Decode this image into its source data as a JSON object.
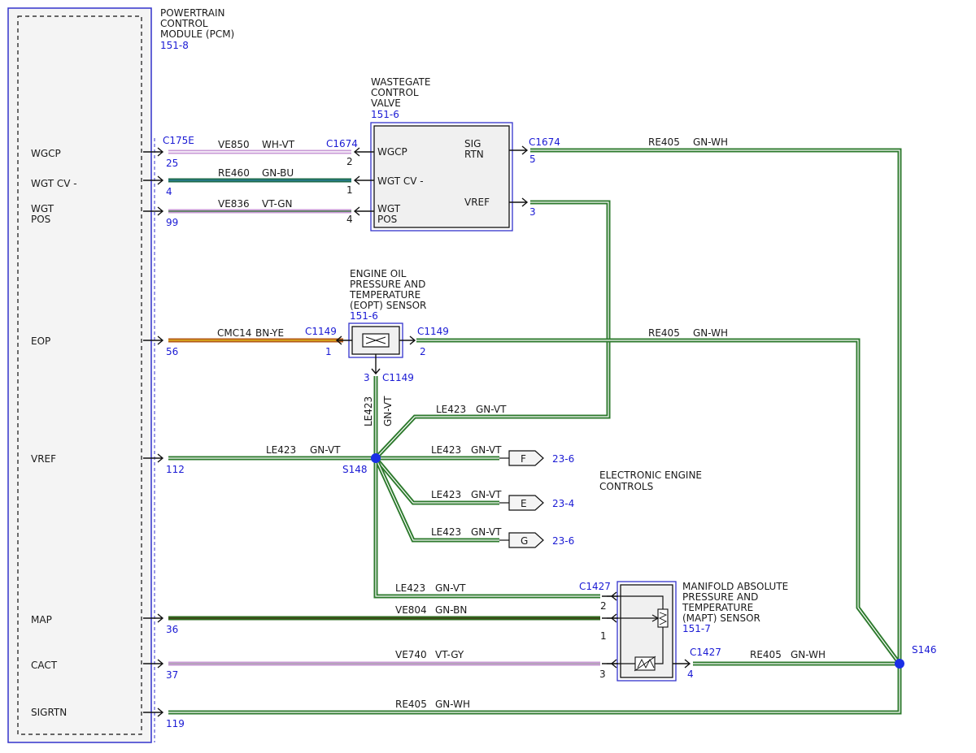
{
  "pcm": {
    "name_lines": [
      "POWERTRAIN",
      "CONTROL",
      "MODULE (PCM)"
    ],
    "ref": "151-8",
    "pins": {
      "wgcp": "WGCP",
      "wgtcv": "WGT CV -",
      "wgtpos_1": "WGT",
      "wgtpos_2": "POS",
      "eop": "EOP",
      "vref": "VREF",
      "map": "MAP",
      "cact": "CACT",
      "sigrtn": "SIGRTN"
    }
  },
  "wastegate": {
    "name_lines": [
      "WASTEGATE",
      "CONTROL",
      "VALVE"
    ],
    "ref": "151-6",
    "pins": {
      "wgcp": "WGCP",
      "wgtcv": "WGT CV -",
      "wgtpos_1": "WGT",
      "wgtpos_2": "POS",
      "sig": "SIG",
      "rtn": "RTN",
      "vref": "VREF"
    }
  },
  "eopt": {
    "name_lines": [
      "ENGINE OIL",
      "PRESSURE AND",
      "TEMPERATURE",
      "(EOPT) SENSOR"
    ],
    "ref": "151-6"
  },
  "mapt": {
    "name_lines": [
      "MANIFOLD ABSOLUTE",
      "PRESSURE AND",
      "TEMPERATURE",
      "(MAPT) SENSOR"
    ],
    "ref": "151-7"
  },
  "eec": {
    "name_lines": [
      "ELECTRONIC ENGINE",
      "CONTROLS"
    ]
  },
  "connectors": {
    "c175e": "C175E",
    "c1674": "C1674",
    "c1149": "C1149",
    "c1427": "C1427"
  },
  "splices": {
    "s148": "S148",
    "s146": "S146"
  },
  "pin_numbers": {
    "pcm_wgcp": "25",
    "pcm_wgtcv": "4",
    "pcm_wgtpos": "99",
    "pcm_eop": "56",
    "pcm_vref": "112",
    "pcm_map": "36",
    "pcm_cact": "37",
    "pcm_sigrtn": "119",
    "wg_wgcp": "2",
    "wg_wgtcv": "1",
    "wg_wgtpos": "4",
    "wg_sigrtn": "5",
    "wg_vref": "3",
    "eopt_1": "1",
    "eopt_2": "2",
    "eopt_3": "3",
    "mapt_2": "2",
    "mapt_1": "1",
    "mapt_3": "3",
    "mapt_4": "4"
  },
  "wires": [
    {
      "circuit": "VE850",
      "color_code": "WH-VT"
    },
    {
      "circuit": "RE460",
      "color_code": "GN-BU"
    },
    {
      "circuit": "VE836",
      "color_code": "VT-GN"
    },
    {
      "circuit": "RE405",
      "color_code": "GN-WH"
    },
    {
      "circuit": "CMC14",
      "color_code": "BN-YE"
    },
    {
      "circuit": "RE405",
      "color_code": "GN-WH"
    },
    {
      "circuit": "LE423",
      "color_code": "GN-VT"
    },
    {
      "circuit": "LE423",
      "color_code": "GN-VT"
    },
    {
      "circuit": "LE423",
      "color_code": "GN-VT"
    },
    {
      "circuit": "LE423",
      "color_code": "GN-VT"
    },
    {
      "circuit": "LE423",
      "color_code": "GN-VT"
    },
    {
      "circuit": "LE423",
      "color_code": "GN-VT"
    },
    {
      "circuit": "LE423",
      "color_code": "GN-VT"
    },
    {
      "circuit": "VE804",
      "color_code": "GN-BN"
    },
    {
      "circuit": "VE740",
      "color_code": "VT-GY"
    },
    {
      "circuit": "RE405",
      "color_code": "GN-WH"
    },
    {
      "circuit": "RE405",
      "color_code": "GN-WH"
    }
  ],
  "offpage": [
    {
      "letter": "F",
      "ref": "23-6"
    },
    {
      "letter": "E",
      "ref": "23-4"
    },
    {
      "letter": "G",
      "ref": "23-6"
    }
  ],
  "colors": {
    "frame_blue": "#3333cc",
    "ref_blue": "#1a1ad4",
    "wire_green": "#2d7a2d",
    "wire_dark_green": "#1e5a1e",
    "wire_teal": "#1e6b4a",
    "wire_violet": "#c89ad6",
    "wire_brown": "#b35a1a",
    "splice_blue": "#1a2fe6"
  }
}
